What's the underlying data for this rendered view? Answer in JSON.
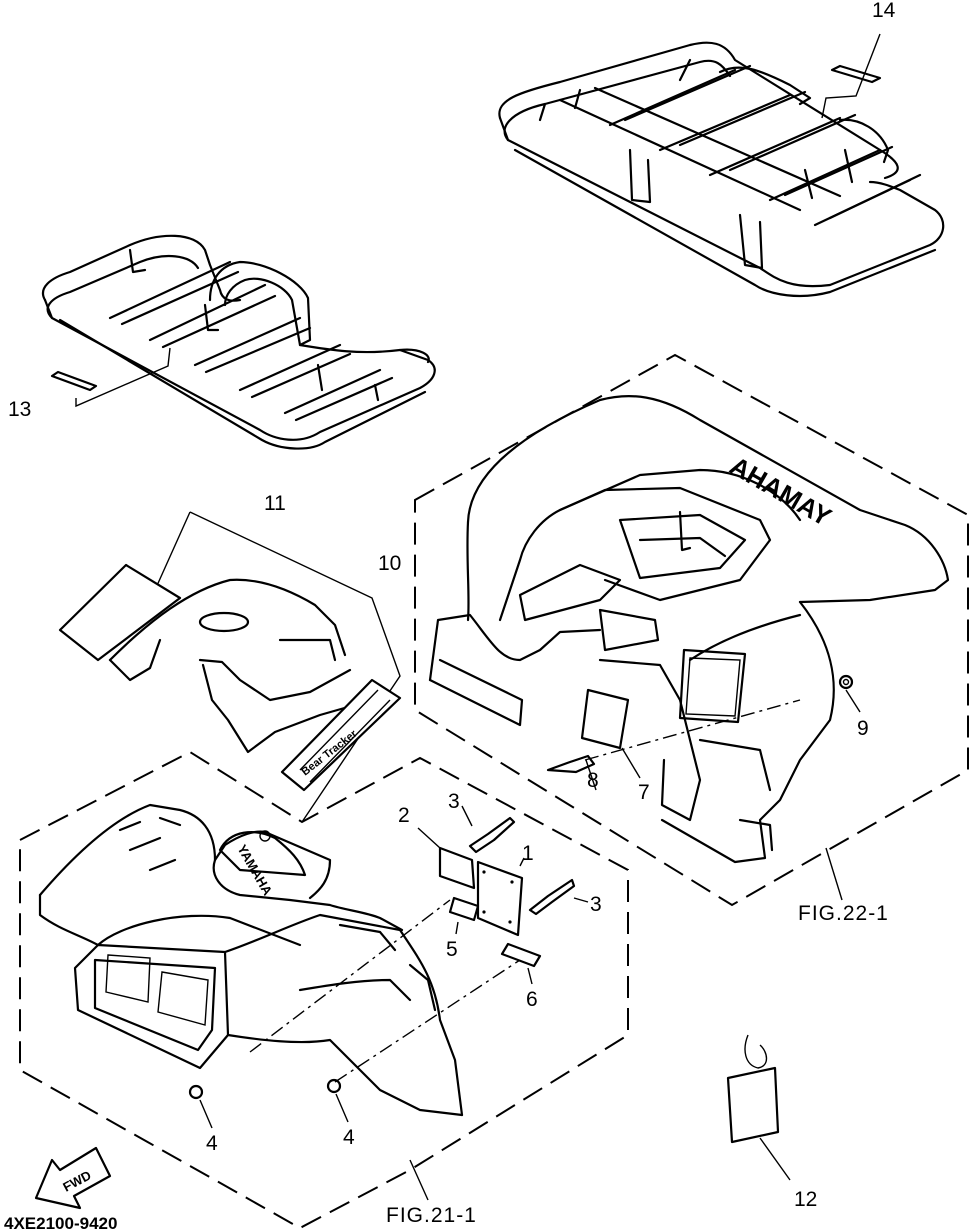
{
  "diagram": {
    "callouts": {
      "c1": "1",
      "c2": "2",
      "c3a": "3",
      "c3b": "3",
      "c4a": "4",
      "c4b": "4",
      "c5": "5",
      "c6": "6",
      "c7": "7",
      "c8": "8",
      "c9": "9",
      "c10": "10",
      "c11": "11",
      "c12": "12",
      "c13": "13",
      "c14": "14"
    },
    "fig_refs": {
      "rear": "FIG.22-1",
      "front": "FIG.21-1"
    },
    "part_code": "4XE2100-9420",
    "direction_label": "FWD",
    "brand_rear": "YAMAHA",
    "brand_front": "YAMAHA"
  }
}
